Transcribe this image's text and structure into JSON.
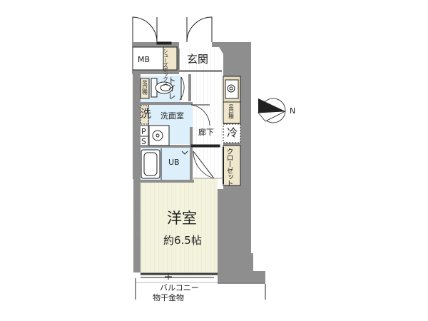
{
  "rooms": {
    "mb": "MB",
    "shoe_box": "シューズボックス",
    "entrance": "玄関",
    "toilet": "トイレ",
    "storage_shelf": "吊戸棚",
    "washer": "洗",
    "washroom": "洗面室",
    "ps": [
      "P",
      "S"
    ],
    "unit_bath": "UB",
    "hallway": "廊下",
    "fridge": "冷",
    "closet": "クローゼット",
    "kitchen_shelf": "吊戸棚",
    "western_room": "洋室",
    "western_room_size": "約6.5帖",
    "balcony": "バルコニー",
    "laundry_hanger": "物干金物"
  },
  "compass": {
    "north_label": "N"
  },
  "colors": {
    "wall": "#8e8e8e",
    "floor_room": "#f2f2dc",
    "floor_wet": "#dceffa",
    "floor_hall": "#ffffff",
    "closet": "#efe6cc",
    "kitchen": "#e8ddc0"
  }
}
